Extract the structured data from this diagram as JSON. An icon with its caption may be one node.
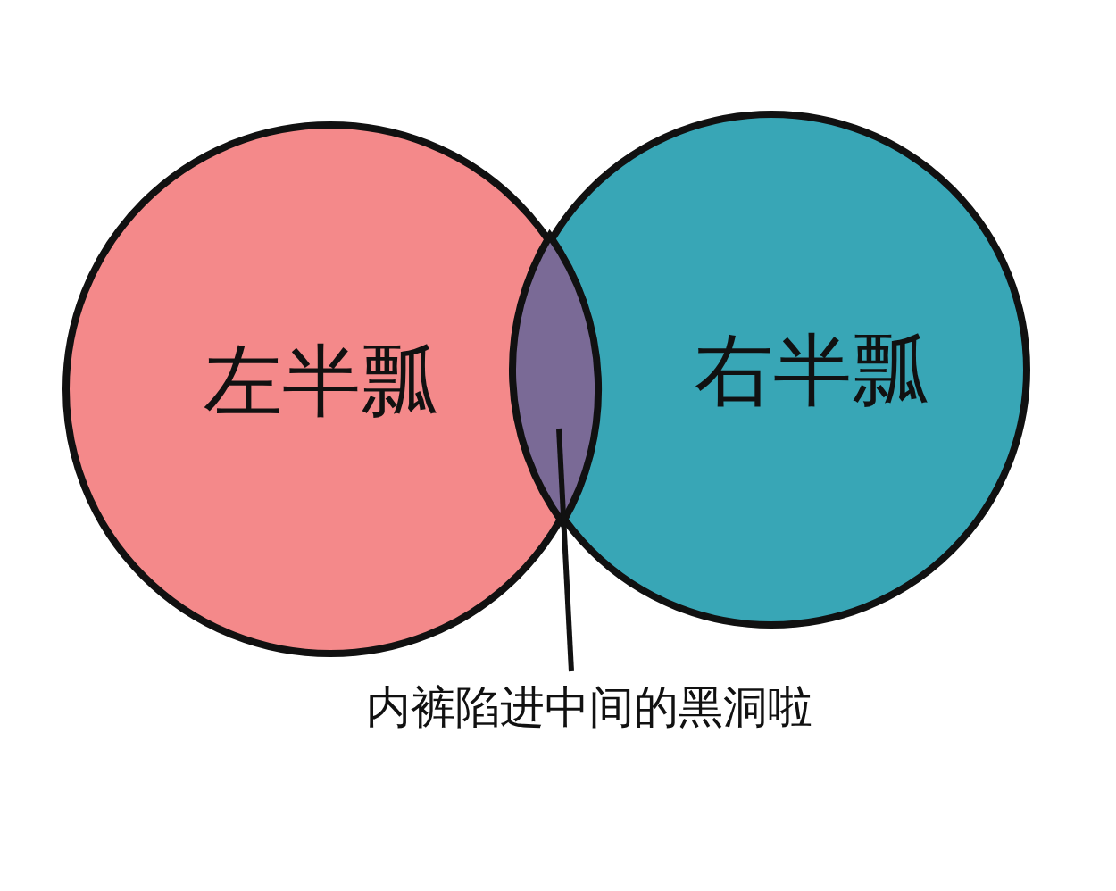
{
  "diagram": {
    "nodes": [
      {
        "text": [
          "左半瓢"
        ]
      },
      {
        "text": [
          "右半瓢"
        ]
      },
      {
        "text": [
          "内裤陷进中间的黑洞啦"
        ]
      },
      {
        "text": [],
        "shape": "lens"
      }
    ],
    "edges": [
      {
        "from": 2,
        "to": 3,
        "arrow": "none"
      }
    ]
  }
}
